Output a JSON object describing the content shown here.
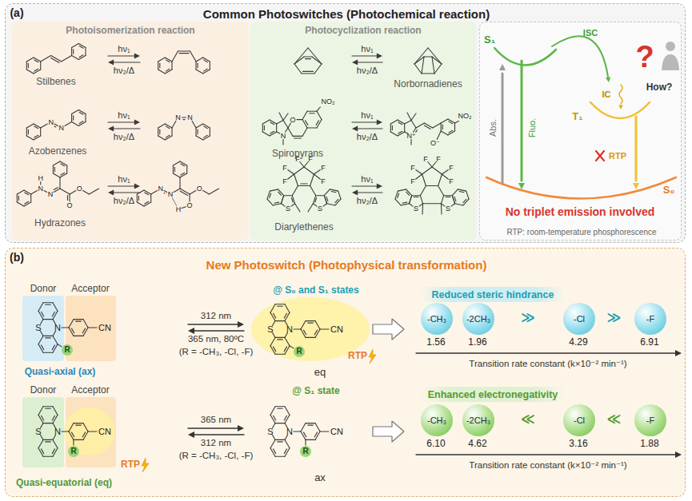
{
  "diagram": {
    "nodes": [
      {
        "text": [
          "(a)",
          "Common Photoswitches (Photochemical reaction)"
        ]
      },
      {
        "text": [
          "Photoisomerization reaction"
        ],
        "in": 0
      },
      {
        "text": [
          "Photocyclization reaction"
        ],
        "in": 0
      },
      {
        "text": [
          "RTP: room-temperature phosphorescence"
        ],
        "in": 0
      },
      {
        "text": [
          "(b)",
          "New Photoswitch (Photophysical transformation)"
        ]
      },
      {
        "text": [
          "Reduced steric hindrance"
        ],
        "in": 4
      },
      {
        "text": [
          "-CH₃"
        ],
        "in": 4
      },
      {
        "text": [
          "-2CH₃"
        ],
        "in": 4
      },
      {
        "text": [
          "-Cl"
        ],
        "in": 4
      },
      {
        "text": [
          "-F"
        ],
        "in": 4
      },
      {
        "text": [
          "Enhanced electronegativity"
        ],
        "in": 4
      },
      {
        "text": [
          "-CH₃"
        ],
        "in": 4
      },
      {
        "text": [
          "-2CH₃"
        ],
        "in": 4
      },
      {
        "text": [
          "-Cl"
        ],
        "in": 4
      },
      {
        "text": [
          "-F"
        ],
        "in": 4
      }
    ],
    "labels": [
      "hν₁",
      "hν₂/Δ",
      "Stilbenes",
      "hν₁",
      "hν₂/Δ",
      "N",
      "N",
      "N",
      "N",
      "Azobenzenes",
      "hν₁",
      "hν₂/Δ",
      "H",
      "N",
      "N",
      "O",
      "O",
      "N",
      "N",
      "H",
      "O",
      "O",
      "Hydrazones",
      "hν₁",
      "hν₂/Δ",
      "Norbornadienes",
      "hν₁",
      "hν₂/Δ",
      "N",
      "O",
      "NO₂",
      "N⁺",
      "O⁻",
      "NO₂",
      "Spiropyrans",
      "hν₁",
      "hν₂/Δ",
      "F",
      "F",
      "F",
      "F",
      "F",
      "F",
      "S",
      "S",
      "F",
      "F",
      "F",
      "F",
      "F",
      "F",
      "S",
      "S",
      "Diarylethenes",
      "S₁",
      "ISC",
      "Abs.",
      "Fluo.",
      "IC",
      "T₁",
      "?",
      "How?",
      "RTP",
      "S₀",
      "No triplet emission involved",
      "Donor",
      "Acceptor",
      "S",
      "N",
      "CN",
      "R",
      "Quasi-axial (ax)",
      "312 nm",
      "365 nm, 80ºC",
      "(R = -CH₃, -Cl, -F)",
      "@ S₀ and S₁ states",
      "S",
      "N",
      "CN",
      "R",
      "eq",
      "RTP",
      "1.56",
      "1.96",
      "4.29",
      "6.91",
      "≫",
      "≫",
      "Transition rate constant (k×10⁻² min⁻¹)",
      "Donor",
      "Acceptor",
      "S",
      "N",
      "CN",
      "R",
      "Quasi-equatorial (eq)",
      "RTP",
      "365 nm",
      "312 nm",
      "(R = -CH₃, -Cl, -F)",
      "@ S₁ state",
      "S",
      "N",
      "CN",
      "R",
      "ax",
      "6.10",
      "4.62",
      "3.16",
      "1.88",
      "≪",
      "≪",
      "Transition rate constant (k×10⁻² min⁻¹)"
    ]
  }
}
